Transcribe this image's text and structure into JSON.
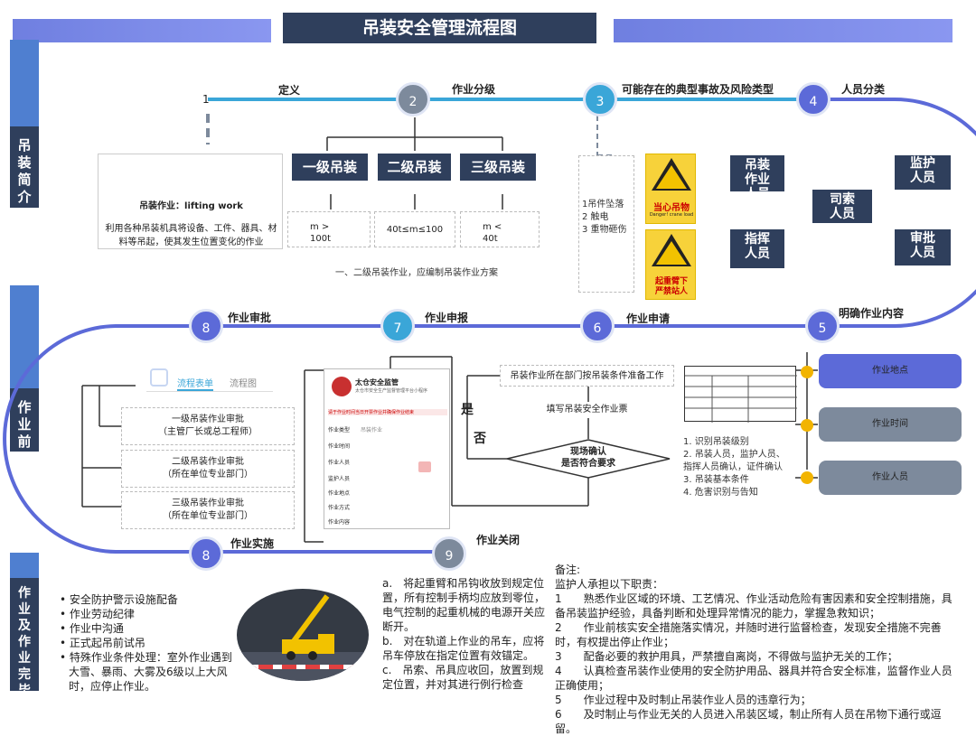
{
  "title": "吊装安全管理流程图",
  "sidebar": {
    "section1": "吊装简介",
    "section2": "作业前",
    "section3": "作业及作业完毕"
  },
  "steps": {
    "s1": {
      "num": "1",
      "label": "定义"
    },
    "s2": {
      "num": "2",
      "label": "作业分级"
    },
    "s3": {
      "num": "3",
      "label": "可能存在的典型事故及风险类型"
    },
    "s4": {
      "num": "4",
      "label": "人员分类"
    },
    "s5": {
      "num": "5",
      "label": "明确作业内容"
    },
    "s6": {
      "num": "6",
      "label": "作业申请"
    },
    "s7": {
      "num": "7",
      "label": "作业申报"
    },
    "s8a": {
      "num": "8",
      "label": "作业审批"
    },
    "s8b": {
      "num": "8",
      "label": "作业实施"
    },
    "s9": {
      "num": "9",
      "label": "作业关闭"
    }
  },
  "definition": {
    "term": "吊装作业：lifting work",
    "desc": "利用各种吊装机具将设备、工件、器具、材料等吊起，使其发生位置变化的作业"
  },
  "levels": [
    {
      "name": "一级吊装",
      "range": "m > 100t"
    },
    {
      "name": "二级吊装",
      "range": "40t≤m≤100"
    },
    {
      "name": "三级吊装",
      "range": "m < 40t"
    }
  ],
  "levels_note": "一、二级吊装作业，应编制吊装作业方案",
  "risks": [
    "1吊件坠落",
    "2 触电",
    "3 重物砸伤"
  ],
  "warnings": [
    {
      "title": "当心吊物",
      "sub": "Danger! crane load"
    },
    {
      "title": "起重臂下严禁站人",
      "sub": ""
    }
  ],
  "persons": [
    "吊装作业人员",
    "指挥人员",
    "司索人员",
    "监护人员",
    "审批人员"
  ],
  "content_items": [
    "作业地点",
    "作业时间",
    "作业人员"
  ],
  "content_steps": [
    "1. 识别吊装级别",
    "2. 吊装人员，监护人员、指挥人员确认，证件确认",
    "3. 吊装基本条件",
    "4. 危害识别与告知"
  ],
  "apply": {
    "step1": "吊装作业所在部门按吊装条件准备工作",
    "step2": "填写吊装安全作业票",
    "check": "现场确认\n是否符合要求",
    "yes": "是",
    "no": "否"
  },
  "form": {
    "header": "太仓安全监管",
    "subheader": "太仓市安全生产监督管理平台小程序",
    "notice": "请于作业时间当日开票作业并确保作业结束",
    "fields": [
      "作业类型",
      "作业时间",
      "作业人员",
      "监护人员",
      "作业地点",
      "作业方式",
      "作业内容"
    ],
    "field_value": "吊装作业"
  },
  "approval": {
    "tabs": [
      "流程表单",
      "流程图"
    ],
    "items": [
      {
        "l1": "一级吊装作业审批",
        "l2": "（主管厂长或总工程师）"
      },
      {
        "l1": "二级吊装作业审批",
        "l2": "（所在单位专业部门）"
      },
      {
        "l1": "三级吊装作业审批",
        "l2": "（所在单位专业部门）"
      }
    ]
  },
  "implement": [
    "安全防护警示设施配备",
    "作业劳动纪律",
    "作业中沟通",
    "正式起吊前试吊",
    "特殊作业条件处理：室外作业遇到大雪、暴雨、大雾及6级以上大风时，应停止作业。"
  ],
  "closing": [
    "a.　将起重臂和吊钩收放到规定位置，所有控制手柄均应放到零位，电气控制的起重机械的电源开关应断开。",
    "b.　对在轨道上作业的吊车，应将吊车停放在指定位置有效锚定。",
    "c.　吊索、吊具应收回，放置到规定位置，并对其进行例行检查"
  ],
  "notes_title": "备注:",
  "notes_sub": "监护人承担以下职责：",
  "notes": [
    "1　　熟悉作业区域的环境、工艺情况、作业活动危险有害因素和安全控制措施，具备吊装监护经验，具备判断和处理异常情况的能力，掌握急救知识；",
    "2　　作业前核实安全措施落实情况，并随时进行监督检查，发现安全措施不完善时，有权提出停止作业；",
    "3　　配备必要的救护用具，严禁擅自离岗，不得做与监护无关的工作；",
    "4　　认真检查吊装作业使用的安全防护用品、器具并符合安全标准，监督作业人员正确使用；",
    "5　　作业过程中及时制止吊装作业人员的违章行为；",
    "6　　及时制止与作业无关的人员进入吊装区域，制止所有人员在吊物下通行或逗留。"
  ],
  "colors": {
    "navy": "#2f3f5c",
    "blue": "#5c6ad8",
    "teal": "#3aa6d8",
    "gray": "#7d8a9c"
  }
}
